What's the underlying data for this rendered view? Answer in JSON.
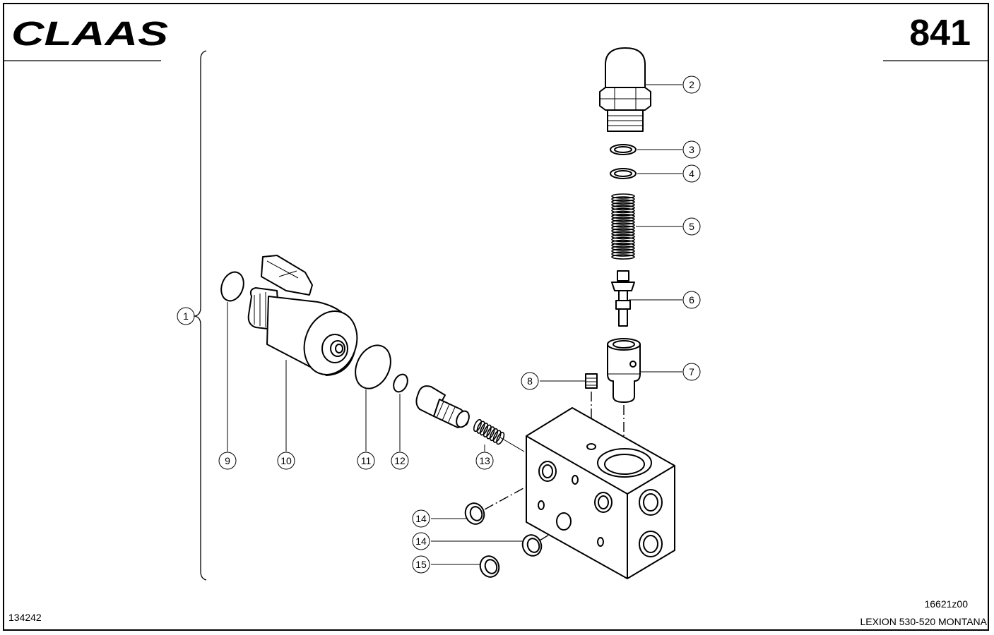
{
  "header": {
    "brand": "CLAAS",
    "page_number": "841"
  },
  "footer": {
    "doc_number": "134242",
    "drawing_ref": "16621z00",
    "model": "LEXION 530-520 MONTANA"
  },
  "callouts": [
    "1",
    "2",
    "3",
    "4",
    "5",
    "6",
    "7",
    "8",
    "9",
    "10",
    "11",
    "12",
    "13",
    "14",
    "14",
    "15"
  ]
}
